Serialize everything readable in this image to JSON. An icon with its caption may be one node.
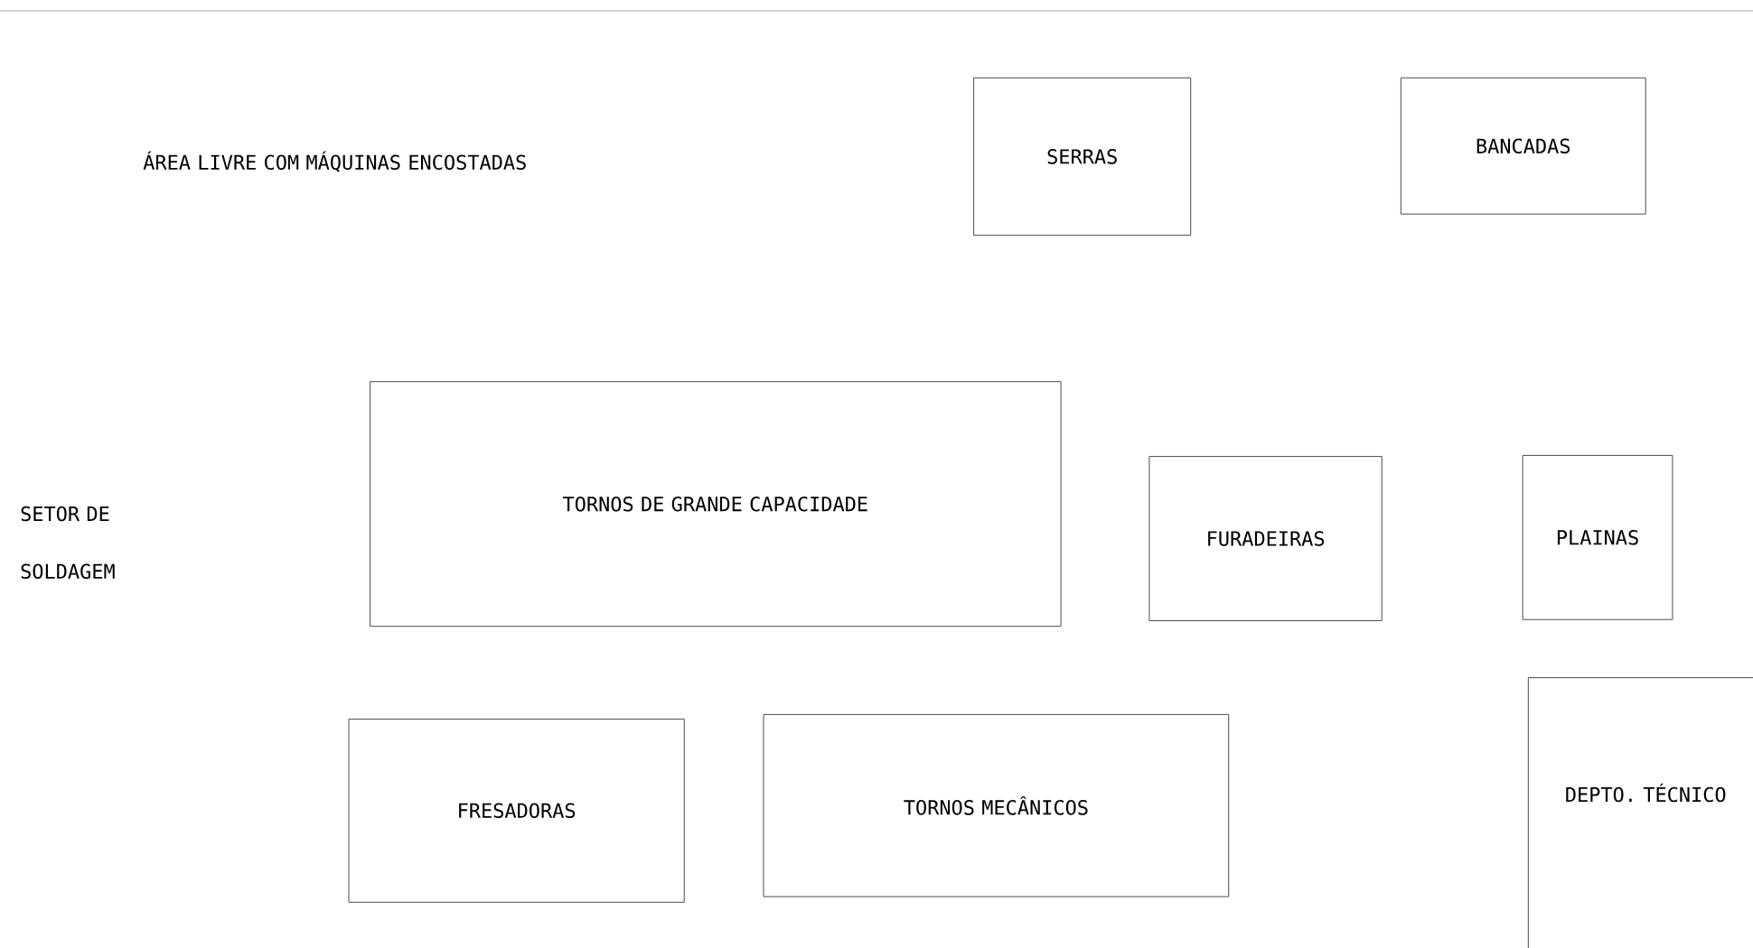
{
  "diagram": {
    "nodes": [
      {
        "text": [
          "SERRAS"
        ]
      },
      {
        "text": [
          "BANCADAS"
        ]
      },
      {
        "text": [
          "TORNOS DE GRANDE CAPACIDADE"
        ]
      },
      {
        "text": [
          "FURADEIRAS"
        ]
      },
      {
        "text": [
          "PLAINAS"
        ]
      },
      {
        "text": [
          "FRESADORAS"
        ]
      },
      {
        "text": [
          "TORNOS MECÂNICOS"
        ]
      },
      {
        "text": [
          "DEPTO. TÉCNICO"
        ]
      }
    ],
    "labels": [
      "ÁREA LIVRE COM MÁQUINAS ENCOSTADAS",
      "SETOR DE SOLDAGEM"
    ]
  }
}
